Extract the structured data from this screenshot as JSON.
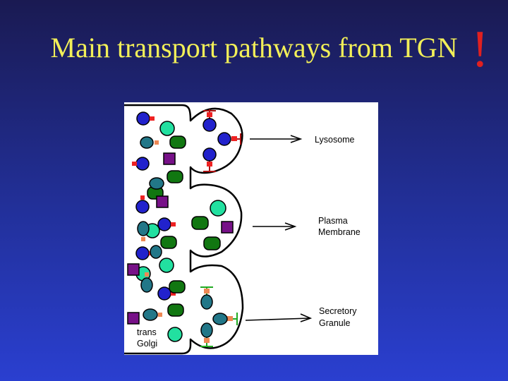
{
  "slide": {
    "title": "Main transport pathways from TGN",
    "exclamation": "!"
  },
  "diagram": {
    "compartment_label_line1": "trans",
    "compartment_label_line2": "Golgi",
    "pathways": [
      {
        "line1": "Lysosome",
        "line2": ""
      },
      {
        "line1": "Plasma",
        "line2": "Membrane"
      },
      {
        "line1": "Secretory",
        "line2": "Granule"
      }
    ],
    "colors": {
      "background_top": "#1a1a52",
      "background_bottom": "#2a3fd0",
      "title": "#f2ef58",
      "exclamation": "#e02020",
      "enzyme_blue": "#2222cc",
      "light_green": "#22e0a0",
      "dark_green": "#117711",
      "teal": "#227788",
      "purple": "#771188",
      "red_tag": "#ee2222",
      "orange_tag": "#ee8855",
      "green_tag": "#22aa22"
    }
  }
}
